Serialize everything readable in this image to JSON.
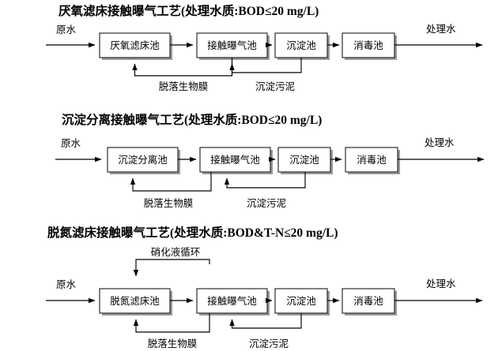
{
  "document": {
    "kind": "wastewater-treatment-process-flow-diagrams",
    "background_color": "#ffffff",
    "line_color": "#000000",
    "box_fill": "#ffffff",
    "box_stroke": "#1a1a1a",
    "shadow_color": "#9a9a9a"
  },
  "sections": [
    {
      "id": "anaerobic-filter-bed",
      "title_cn": "厌氧滤床接触曝气工艺",
      "title_paren_open": "(",
      "title_quality_cn": "处理水质",
      "title_colon": ":",
      "title_spec": "BOD≤20 mg/L",
      "title_paren_close": ")",
      "title_full": "厌氧滤床接触曝气工艺(处理水质:BOD≤20 mg/L)",
      "inlet_label": "原水",
      "outlet_label": "处理水",
      "units": [
        {
          "label": "厌氧滤床池"
        },
        {
          "label": "接触曝气池"
        },
        {
          "label": "沉淀池"
        },
        {
          "label": "消毒池"
        }
      ],
      "return_streams": [
        {
          "label": "脱落生物膜"
        },
        {
          "label": "沉淀污泥"
        }
      ],
      "top_recycle": null
    },
    {
      "id": "sedimentation-separation",
      "title_cn": "沉淀分离接触曝气工艺",
      "title_paren_open": "(",
      "title_quality_cn": "处理水质",
      "title_colon": ":",
      "title_spec": "BOD≤20 mg/L",
      "title_paren_close": ")",
      "title_full": "沉淀分离接触曝气工艺(处理水质:BOD≤20 mg/L)",
      "inlet_label": "原水",
      "outlet_label": "处理水",
      "units": [
        {
          "label": "沉淀分离池"
        },
        {
          "label": "接触曝气池"
        },
        {
          "label": "沉淀池"
        },
        {
          "label": "消毒池"
        }
      ],
      "return_streams": [
        {
          "label": "脱落生物膜"
        },
        {
          "label": "沉淀污泥"
        }
      ],
      "top_recycle": null
    },
    {
      "id": "denitrification-filter-bed",
      "title_cn": "脱氮滤床接触曝气工艺",
      "title_paren_open": "(",
      "title_quality_cn": "处理水质",
      "title_colon": ":",
      "title_spec": "BOD&T-N≤20 mg/L",
      "title_paren_close": ")",
      "title_full": "脱氮滤床接触曝气工艺(处理水质:BOD&T-N≤20 mg/L)",
      "inlet_label": "原水",
      "outlet_label": "处理水",
      "units": [
        {
          "label": "脱氮滤床池"
        },
        {
          "label": "接触曝气池"
        },
        {
          "label": "沉淀池"
        },
        {
          "label": "消毒池"
        }
      ],
      "return_streams": [
        {
          "label": "脱落生物膜"
        },
        {
          "label": "沉淀污泥"
        }
      ],
      "top_recycle": {
        "label": "硝化液循环"
      }
    }
  ]
}
